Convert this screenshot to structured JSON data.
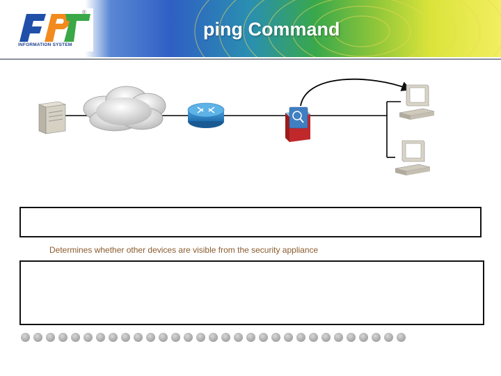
{
  "header": {
    "title": "ping Command",
    "logo": {
      "brand": "FPT",
      "subtitle": "INFORMATION SYSTEM",
      "registered": "®"
    },
    "colors": {
      "gradient_start": "#2f5fc4",
      "gradient_end": "#f2ee60",
      "title_color": "#ffffff"
    }
  },
  "diagram": {
    "devices": [
      {
        "name": "server",
        "icon": "server-tower-icon"
      },
      {
        "name": "internet",
        "icon": "cloud-icon"
      },
      {
        "name": "router",
        "icon": "router-icon"
      },
      {
        "name": "security-appliance",
        "icon": "security-appliance-icon"
      },
      {
        "name": "pc-upper",
        "icon": "pc-icon"
      },
      {
        "name": "pc-lower",
        "icon": "pc-icon"
      }
    ],
    "arrow": "security-appliance to pc-upper"
  },
  "content": {
    "box1_text": "",
    "caption": "Determines whether other devices are visible from the security appliance",
    "box2_text": ""
  },
  "footer": {
    "dot_count": 31,
    "dot_icon": "bullet-dot"
  }
}
